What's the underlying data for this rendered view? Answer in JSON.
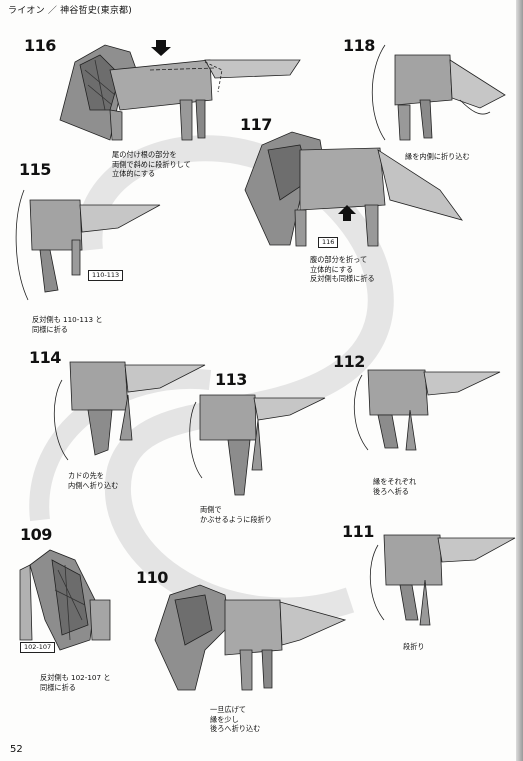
{
  "header": {
    "title": "ライオン ／ 神谷哲史(東京都)"
  },
  "page_number": "52",
  "steps": {
    "s116": {
      "number": "116",
      "caption": "尾の付け根の部分を\n両側で斜めに段折りして\n立体的にする"
    },
    "s118": {
      "number": "118",
      "caption": "縁を内側に折り込む"
    },
    "s117": {
      "number": "117",
      "tag": "116",
      "caption": "腹の部分を折って\n立体的にする\n反対側も同様に折る"
    },
    "s115": {
      "number": "115",
      "tag": "110-113",
      "caption": "反対側も 110-113 と\n同様に折る"
    },
    "s114": {
      "number": "114",
      "caption": "カドの先を\n内側へ折り込む"
    },
    "s113": {
      "number": "113",
      "caption": "両側で\nかぶせるように段折り"
    },
    "s112": {
      "number": "112",
      "caption": "縁をそれぞれ\n後ろへ折る"
    },
    "s109": {
      "number": "109",
      "tag": "102-107",
      "caption": "反対側も 102-107 と\n同様に折る"
    },
    "s110": {
      "number": "110",
      "caption": "一旦広げて\n縁を少し\n後ろへ折り込む"
    },
    "s111": {
      "number": "111",
      "caption": "段折り"
    }
  }
}
